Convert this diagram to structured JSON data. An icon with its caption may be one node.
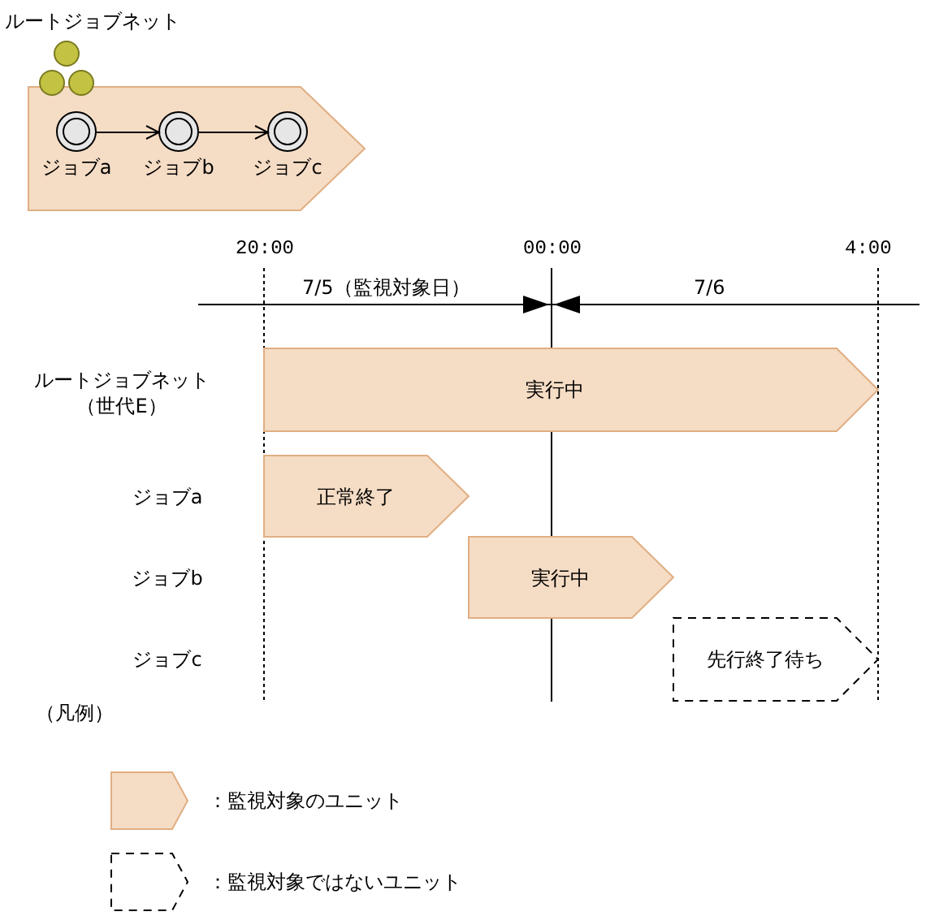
{
  "diagram": {
    "nodes": [
      {
        "text": [
          "ルートジョブネット"
        ]
      },
      {
        "text": [
          "ジョブa"
        ],
        "in": 0
      },
      {
        "text": [
          "ジョブb"
        ],
        "in": 0
      },
      {
        "text": [
          "ジョブc"
        ],
        "in": 0
      },
      {
        "text": [
          "実行中"
        ]
      },
      {
        "text": [
          "正常終了"
        ]
      },
      {
        "text": [
          "実行中"
        ]
      },
      {
        "text": [
          "先行終了待ち"
        ]
      }
    ],
    "edges": [
      {
        "from": 1,
        "to": 2,
        "arrow": "to"
      },
      {
        "from": 2,
        "to": 3,
        "arrow": "to"
      }
    ],
    "labels": [
      "20:00",
      "00:00",
      "4:00",
      "7/5（監視対象日）",
      "7/6",
      "ルートジョブネット（世代E）",
      "ジョブa",
      "ジョブb",
      "ジョブc",
      "（凡例）"
    ],
    "legend": [
      {
        "text": "：監視対象のユニット",
        "color": "#f5dcc4"
      },
      {
        "text": "：監視対象ではないユニット"
      }
    ]
  }
}
